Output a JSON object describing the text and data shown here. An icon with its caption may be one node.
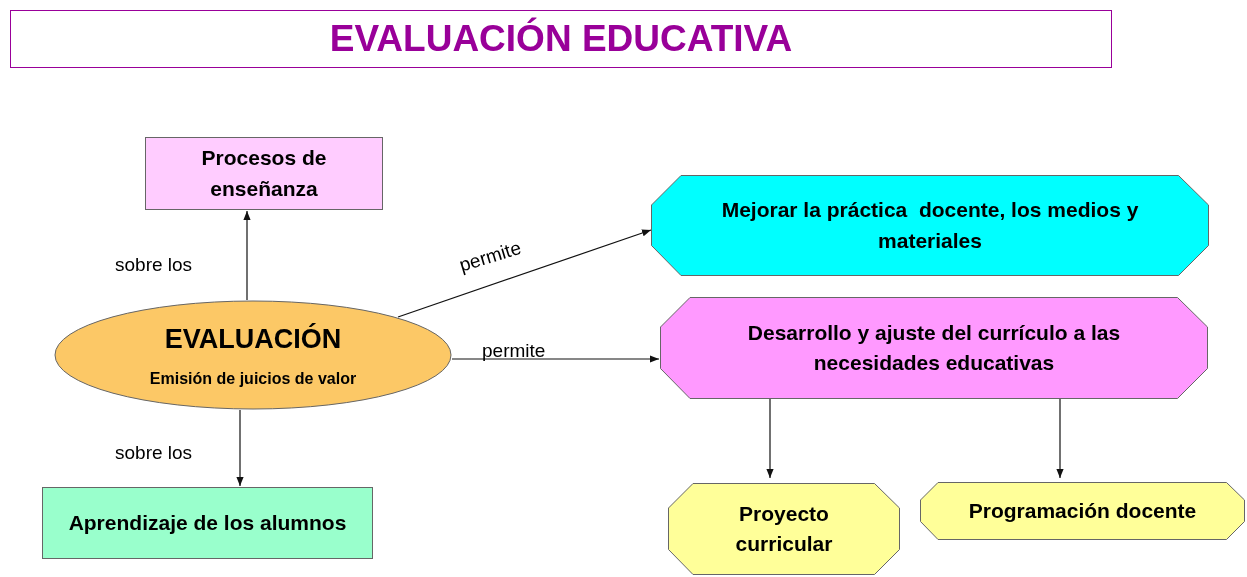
{
  "diagram": {
    "title": "EVALUACIÓN EDUCATIVA",
    "nodes": [
      {
        "text": [
          "Procesos de enseñanza"
        ]
      },
      {
        "text": [
          "EVALUACIÓN",
          "Emisión de juicios de valor"
        ]
      },
      {
        "text": [
          "Aprendizaje de los alumnos"
        ]
      },
      {
        "text": [
          "Mejorar la práctica  docente, los medios y materiales"
        ]
      },
      {
        "text": [
          "Desarrollo y ajuste del currículo a las necesidades educativas"
        ]
      },
      {
        "text": [
          "Proyecto curricular"
        ]
      },
      {
        "text": [
          "Programación docente"
        ]
      }
    ],
    "edges": [
      {
        "from": 1,
        "to": 0,
        "arrow": "to",
        "label": "sobre los"
      },
      {
        "from": 1,
        "to": 2,
        "arrow": "to",
        "label": "sobre los"
      },
      {
        "from": 1,
        "to": 3,
        "arrow": "to",
        "label": "permite"
      },
      {
        "from": 1,
        "to": 4,
        "arrow": "to",
        "label": "permite"
      },
      {
        "from": 4,
        "to": 5,
        "arrow": "to"
      },
      {
        "from": 4,
        "to": 6,
        "arrow": "to"
      }
    ]
  }
}
